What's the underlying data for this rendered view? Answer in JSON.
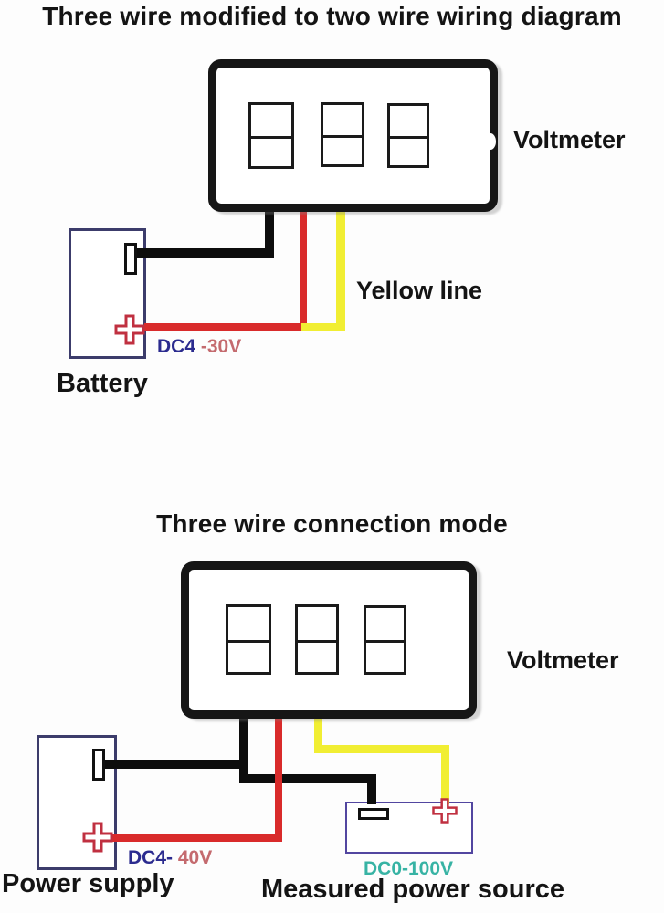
{
  "section1": {
    "title": "Three wire modified to two wire wiring diagram",
    "voltmeter_label": "Voltmeter",
    "yellow_line_label": "Yellow line",
    "battery_label": "Battery",
    "voltage_range": {
      "dc_part": "DC4",
      "range_part": " -30V"
    }
  },
  "section2": {
    "title": "Three wire connection mode",
    "voltmeter_label": "Voltmeter",
    "power_supply_label": "Power supply",
    "measured_source_label": "Measured power source",
    "voltage_range": {
      "dc_part": "DC4-",
      "range_part": " 40V"
    },
    "measured_range": "DC0-100V"
  },
  "colors": {
    "wire_black": "#0d0d0d",
    "wire_red": "#d92b2b",
    "wire_yellow": "#f1ee33",
    "outline_black": "#161616",
    "box_border_navy": "#3c3c6b",
    "measured_box_border": "#5246a0",
    "plus_red": "#c03040",
    "dc_text_navy": "#2b2b8f",
    "range_text_red": "#c46a6e",
    "teal_text": "#37b3a4",
    "label_text": "#141414"
  }
}
